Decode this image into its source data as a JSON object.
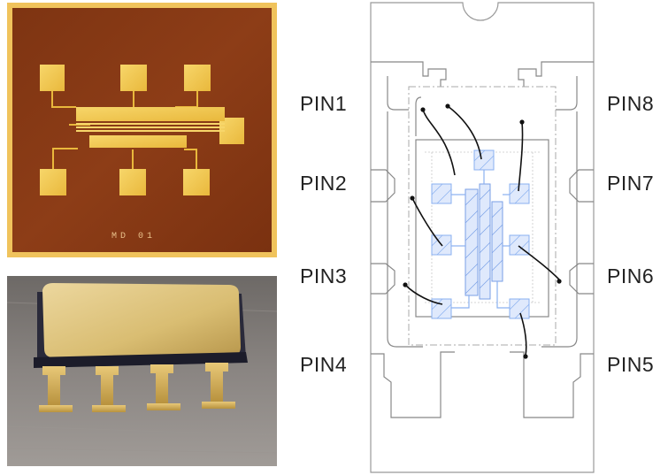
{
  "die_marking": "MD 01",
  "pins": {
    "left": [
      "PIN1",
      "PIN2",
      "PIN3",
      "PIN4"
    ],
    "right": [
      "PIN8",
      "PIN7",
      "PIN6",
      "PIN5"
    ]
  },
  "colors": {
    "die_substrate": "#8a3a14",
    "gold_pad": "#f2c44e",
    "diagram_line": "#999999",
    "diagram_blue": "#8ab0f0",
    "bond_wire": "#111111"
  }
}
